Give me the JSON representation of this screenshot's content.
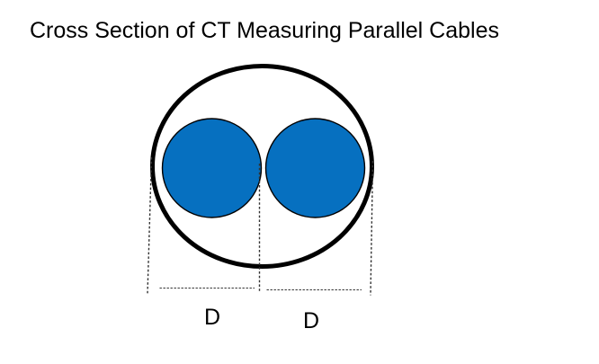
{
  "title": "Cross Section of CT Measuring Parallel Cables",
  "labels": {
    "left_dimension": "D",
    "right_dimension": "D"
  },
  "colors": {
    "cable_fill": "#0670C0",
    "outline": "#000000",
    "dimension_line": "#333333"
  }
}
